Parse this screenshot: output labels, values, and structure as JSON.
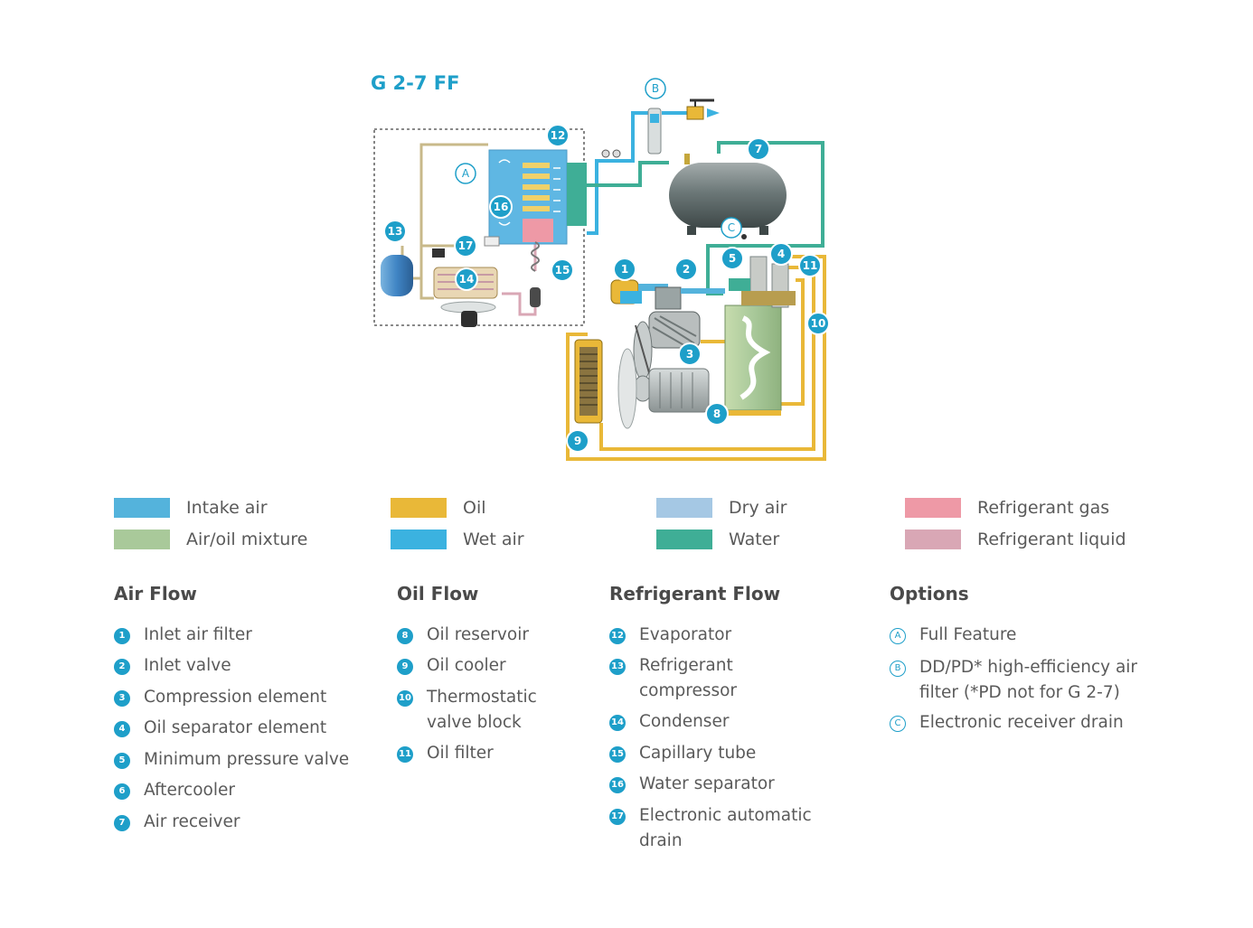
{
  "diagram": {
    "title": "G 2-7 FF",
    "markers": {
      "m1": "1",
      "m2": "2",
      "m3": "3",
      "m4": "4",
      "m5": "5",
      "m7": "7",
      "m8": "8",
      "m9": "9",
      "m10": "10",
      "m11": "11",
      "m12": "12",
      "m13": "13",
      "m14": "14",
      "m15": "15",
      "m16": "16",
      "m17": "17",
      "mA": "A",
      "mB": "B",
      "mC": "C"
    }
  },
  "colors": {
    "intake_air": "#54b3dc",
    "air_oil_mixture": "#a9c99a",
    "oil": "#e9b838",
    "wet_air": "#3bb2e0",
    "dry_air": "#a5c8e4",
    "water": "#3fae96",
    "refrigerant_gas": "#ee99a6",
    "refrigerant_liquid": "#d9a7b5",
    "accent": "#1e9fc9"
  },
  "legend": [
    {
      "label": "Intake air",
      "color": "#54b3dc"
    },
    {
      "label": "Air/oil mixture",
      "color": "#a9c99a"
    },
    {
      "label": "Oil",
      "color": "#e9b838"
    },
    {
      "label": "Wet air",
      "color": "#3bb2e0"
    },
    {
      "label": "Dry air",
      "color": "#a5c8e4"
    },
    {
      "label": "Water",
      "color": "#3fae96"
    },
    {
      "label": "Refrigerant gas",
      "color": "#ee99a6"
    },
    {
      "label": "Refrigerant liquid",
      "color": "#d9a7b5"
    }
  ],
  "sections": {
    "air_flow": {
      "title": "Air Flow",
      "items": [
        {
          "num": "1",
          "text": "Inlet air filter"
        },
        {
          "num": "2",
          "text": "Inlet valve"
        },
        {
          "num": "3",
          "text": "Compression element"
        },
        {
          "num": "4",
          "text": "Oil separator element"
        },
        {
          "num": "5",
          "text": "Minimum pressure valve"
        },
        {
          "num": "6",
          "text": "Aftercooler"
        },
        {
          "num": "7",
          "text": "Air receiver"
        }
      ]
    },
    "oil_flow": {
      "title": "Oil Flow",
      "items": [
        {
          "num": "8",
          "text": "Oil reservoir"
        },
        {
          "num": "9",
          "text": "Oil cooler"
        },
        {
          "num": "10",
          "line1": "Thermostatic",
          "line2": "valve block"
        },
        {
          "num": "11",
          "text": "Oil filter"
        }
      ]
    },
    "refrigerant_flow": {
      "title": "Refrigerant Flow",
      "items": [
        {
          "num": "12",
          "text": "Evaporator"
        },
        {
          "num": "13",
          "line1": "Refrigerant",
          "line2": "compressor"
        },
        {
          "num": "14",
          "text": "Condenser"
        },
        {
          "num": "15",
          "text": "Capillary tube"
        },
        {
          "num": "16",
          "text": "Water separator"
        },
        {
          "num": "17",
          "line1": "Electronic automatic",
          "line2": "drain"
        }
      ]
    },
    "options": {
      "title": "Options",
      "items": [
        {
          "num": "A",
          "text": "Full Feature"
        },
        {
          "num": "B",
          "line1": "DD/PD* high-efficiency air",
          "line2": "filter (*PD not for G 2-7)"
        },
        {
          "num": "C",
          "text": "Electronic receiver drain"
        }
      ]
    }
  }
}
